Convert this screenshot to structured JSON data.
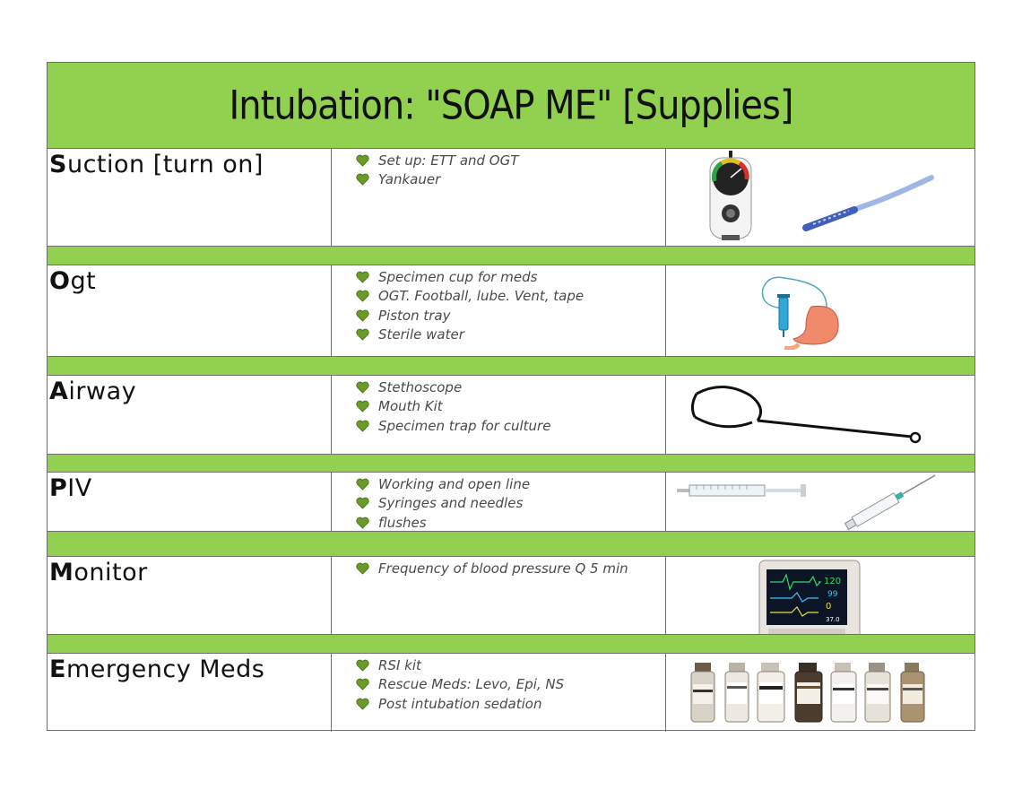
{
  "title": "Intubation: \"SOAP ME\" [Supplies]",
  "colors": {
    "band": "#92d050",
    "heart": "#6a9a28",
    "text": "#111111"
  },
  "bullet_icon": "heart-icon",
  "rows": [
    {
      "initial": "S",
      "rest": "uction [turn on]",
      "items": [
        "Set up: ETT and OGT",
        "Yankauer"
      ],
      "illustration": "suction-regulator-and-yankauer"
    },
    {
      "initial": "O",
      "rest": "gt",
      "items": [
        "Specimen cup for meds",
        "OGT. Football, lube. Vent, tape",
        "Piston tray",
        "Sterile water"
      ],
      "illustration": "ogt-syringe-stomach"
    },
    {
      "initial": "A",
      "rest": "irway",
      "items": [
        "Stethoscope",
        "Mouth Kit",
        "Specimen trap for culture"
      ],
      "illustration": "stethoscope"
    },
    {
      "initial": "P",
      "rest": "IV",
      "items": [
        "Working and open line",
        "Syringes and needles",
        "flushes"
      ],
      "illustration": "syringes"
    },
    {
      "initial": "M",
      "rest": "onitor",
      "items": [
        "Frequency of blood pressure Q 5 min"
      ],
      "illustration": "patient-monitor",
      "monitor_readouts": [
        "120",
        "99",
        "0",
        "37.0"
      ]
    },
    {
      "initial": "E",
      "rest": "mergency Meds",
      "items": [
        "RSI kit",
        "Rescue Meds: Levo, Epi, NS",
        "Post intubation sedation"
      ],
      "illustration": "medication-vials"
    }
  ]
}
